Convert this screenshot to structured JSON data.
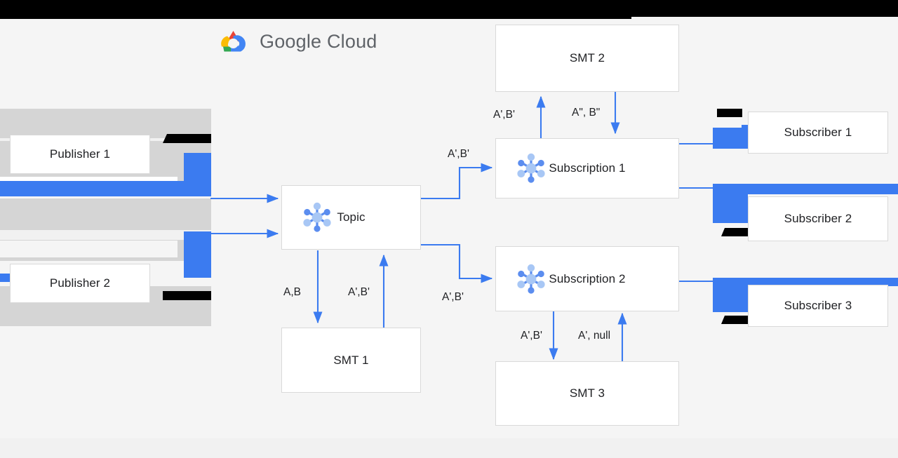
{
  "canvas": {
    "background_color": "#f5f5f5",
    "accent_color": "#3b7bf0",
    "box_border_color": "#d9d9d9",
    "text_color": "#202124"
  },
  "brand": {
    "name": "Google Cloud",
    "word_primary": "Google",
    "word_secondary": "Cloud",
    "logo_icon": "google-cloud-logo-icon",
    "logo_colors": {
      "red": "#ea4335",
      "yellow": "#fbbc04",
      "green": "#34a853",
      "blue": "#4285f4"
    }
  },
  "nodes": {
    "publisher_1": {
      "label": "Publisher 1",
      "icon": null
    },
    "publisher_2": {
      "label": "Publisher 2",
      "icon": null
    },
    "topic": {
      "label": "Topic",
      "icon": "pubsub-topic-icon"
    },
    "smt_1": {
      "label": "SMT 1",
      "icon": null
    },
    "smt_2": {
      "label": "SMT 2",
      "icon": null
    },
    "smt_3": {
      "label": "SMT 3",
      "icon": null
    },
    "subscription_1": {
      "label": "Subscription 1",
      "icon": "pubsub-subscription-icon"
    },
    "subscription_2": {
      "label": "Subscription 2",
      "icon": "pubsub-subscription-icon"
    },
    "subscriber_1": {
      "label": "Subscriber 1",
      "icon": null
    },
    "subscriber_2": {
      "label": "Subscriber 2",
      "icon": null
    },
    "subscriber_3": {
      "label": "Subscriber 3",
      "icon": null
    }
  },
  "edge_labels": {
    "topic_to_smt1": "A,B",
    "smt1_to_topic": "A',B'",
    "topic_to_subscription1": "A',B'",
    "topic_to_subscription2": "A',B'",
    "subscription1_to_smt2": "A',B'",
    "smt2_to_subscription1": "A\", B\"",
    "subscription2_to_smt3": "A',B'",
    "smt3_to_subscription2": "A', null"
  }
}
